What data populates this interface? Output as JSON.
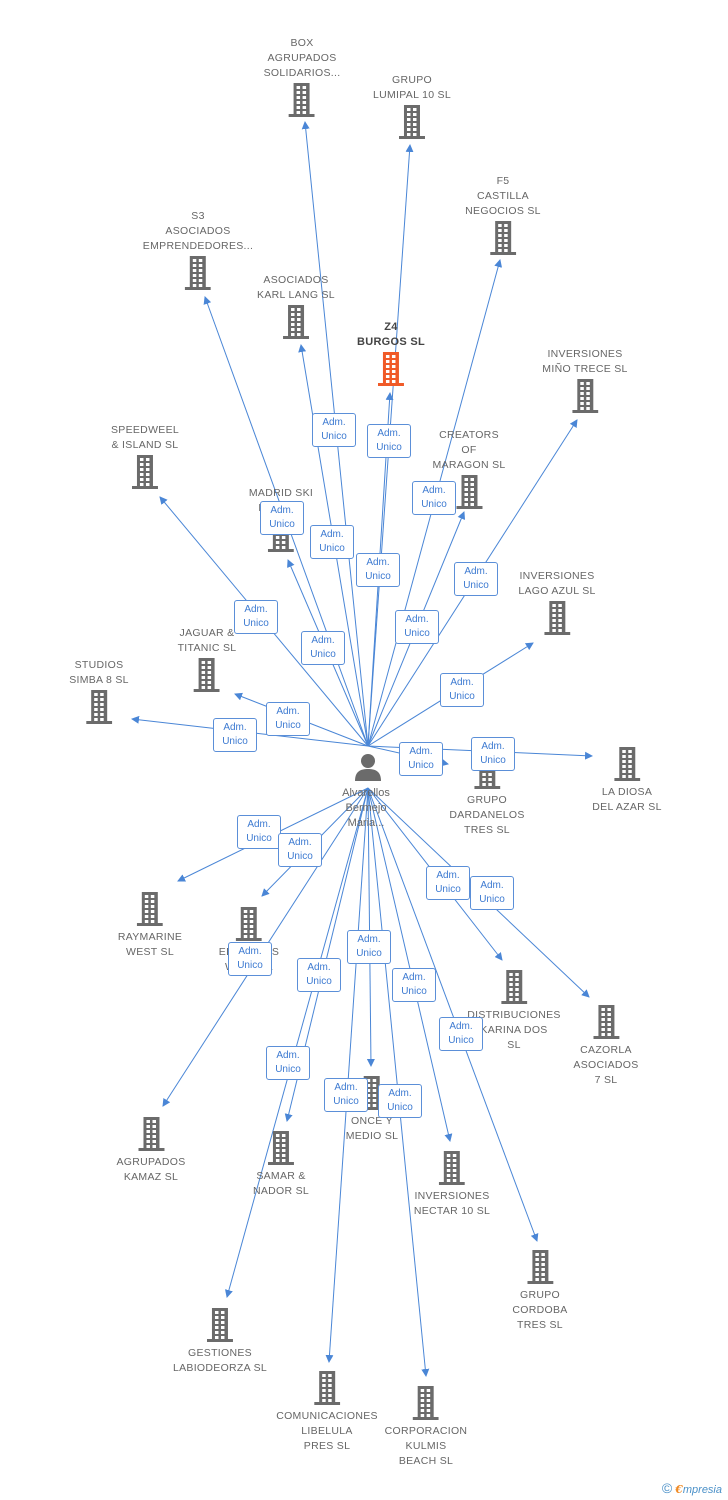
{
  "diagram": {
    "center_person": {
      "name_lines": [
        "Alvarellos",
        "Bermejo",
        "Maria..."
      ]
    },
    "relation_label": [
      "Adm.",
      "Unico"
    ],
    "nodes": [
      {
        "id": "box",
        "lines": [
          "BOX",
          "AGRUPADOS",
          "SOLIDARIOS..."
        ],
        "highlight": false
      },
      {
        "id": "lumipal",
        "lines": [
          "GRUPO",
          "LUMIPAL 10 SL"
        ],
        "highlight": false
      },
      {
        "id": "f5",
        "lines": [
          "F5",
          "CASTILLA",
          "NEGOCIOS  SL"
        ],
        "highlight": false
      },
      {
        "id": "s3",
        "lines": [
          "S3",
          "ASOCIADOS",
          "EMPRENDEDORES..."
        ],
        "highlight": false
      },
      {
        "id": "karl",
        "lines": [
          "ASOCIADOS",
          "KARL LANG SL"
        ],
        "highlight": false
      },
      {
        "id": "z4",
        "lines": [
          "Z4",
          "BURGOS  SL"
        ],
        "highlight": true
      },
      {
        "id": "mino",
        "lines": [
          "INVERSIONES",
          "MIÑO TRECE SL"
        ],
        "highlight": false
      },
      {
        "id": "creators",
        "lines": [
          "CREATORS",
          "OF",
          "MARAGON  SL"
        ],
        "highlight": false
      },
      {
        "id": "speedweel",
        "lines": [
          "SPEEDWEEL",
          "& ISLAND SL"
        ],
        "highlight": false
      },
      {
        "id": "madrid",
        "lines": [
          "MADRID SKI",
          "BLUE SL"
        ],
        "highlight": false
      },
      {
        "id": "lagoazul",
        "lines": [
          "INVERSIONES",
          "LAGO AZUL SL"
        ],
        "highlight": false
      },
      {
        "id": "jaguar",
        "lines": [
          "JAGUAR &",
          "TITANIC  SL"
        ],
        "highlight": false
      },
      {
        "id": "simba",
        "lines": [
          "STUDIOS",
          "SIMBA 8  SL"
        ],
        "highlight": false
      },
      {
        "id": "dardanelos",
        "lines": [
          "GRUPO",
          "DARDANELOS",
          "TRES SL"
        ],
        "highlight": false
      },
      {
        "id": "diosa",
        "lines": [
          "LA DIOSA",
          "DEL AZAR SL"
        ],
        "highlight": false
      },
      {
        "id": "raymarine",
        "lines": [
          "RAYMARINE",
          "WEST SL"
        ],
        "highlight": false
      },
      {
        "id": "ediciones",
        "lines": [
          "EDICIONES",
          "WEST SL"
        ],
        "highlight": false
      },
      {
        "id": "distribuciones",
        "lines": [
          "DISTRIBUCIONES",
          "KARINA DOS",
          "SL"
        ],
        "highlight": false
      },
      {
        "id": "cazorla",
        "lines": [
          "CAZORLA",
          "ASOCIADOS",
          "7 SL"
        ],
        "highlight": false
      },
      {
        "id": "once",
        "lines": [
          "ONCE Y",
          "MEDIO  SL"
        ],
        "highlight": false
      },
      {
        "id": "kamaz",
        "lines": [
          "AGRUPADOS",
          "KAMAZ  SL"
        ],
        "highlight": false
      },
      {
        "id": "samar",
        "lines": [
          "SAMAR &",
          "NADOR SL"
        ],
        "highlight": false
      },
      {
        "id": "nectar",
        "lines": [
          "INVERSIONES",
          "NECTAR 10 SL"
        ],
        "highlight": false
      },
      {
        "id": "cordoba",
        "lines": [
          "GRUPO",
          "CORDOBA",
          "TRES  SL"
        ],
        "highlight": false
      },
      {
        "id": "labiodeorza",
        "lines": [
          "GESTIONES",
          "LABIODEORZA SL"
        ],
        "highlight": false
      },
      {
        "id": "libelula",
        "lines": [
          "COMUNICACIONES",
          "LIBELULA",
          "PRES SL"
        ],
        "highlight": false
      },
      {
        "id": "kulmis",
        "lines": [
          "CORPORACION",
          "KULMIS",
          "BEACH SL"
        ],
        "highlight": false
      }
    ],
    "colors": {
      "edge": "#4a86d6",
      "building": "#6b6b6b",
      "building_highlight": "#f05a28",
      "person": "#6b6b6b"
    }
  },
  "footer": {
    "copyright_symbol": "©",
    "brand_initial": "€",
    "brand_rest": "mpresia"
  }
}
